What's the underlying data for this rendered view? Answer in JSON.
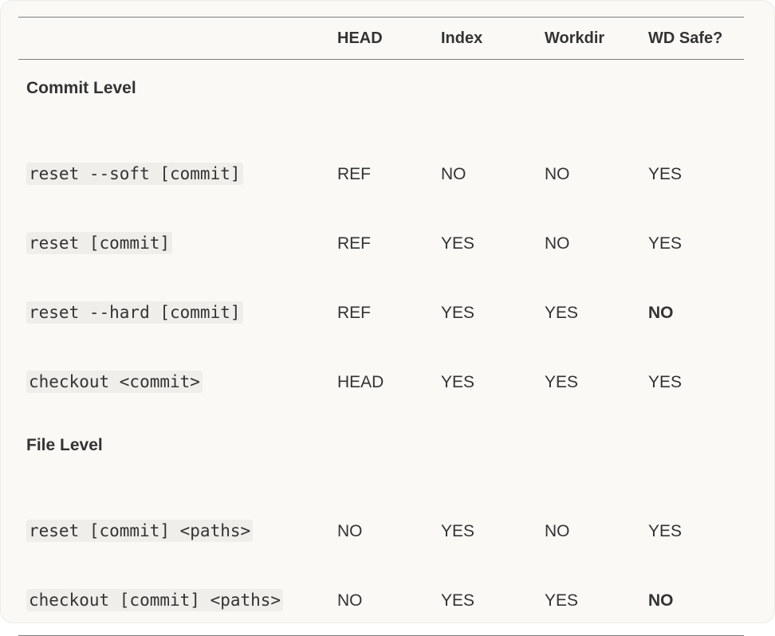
{
  "table": {
    "headers": [
      "",
      "HEAD",
      "Index",
      "Workdir",
      "WD Safe?"
    ],
    "sections": [
      {
        "title": "Commit Level",
        "rows": [
          {
            "command": "reset --soft [commit]",
            "head": "REF",
            "index": "NO",
            "workdir": "NO",
            "wd_safe": "YES",
            "wd_safe_bold": false
          },
          {
            "command": "reset [commit]",
            "head": "REF",
            "index": "YES",
            "workdir": "NO",
            "wd_safe": "YES",
            "wd_safe_bold": false
          },
          {
            "command": "reset --hard [commit]",
            "head": "REF",
            "index": "YES",
            "workdir": "YES",
            "wd_safe": "NO",
            "wd_safe_bold": true
          },
          {
            "command": "checkout <commit>",
            "head": "HEAD",
            "index": "YES",
            "workdir": "YES",
            "wd_safe": "YES",
            "wd_safe_bold": false
          }
        ]
      },
      {
        "title": "File Level",
        "rows": [
          {
            "command": "reset [commit] <paths>",
            "head": "NO",
            "index": "YES",
            "workdir": "NO",
            "wd_safe": "YES",
            "wd_safe_bold": false
          },
          {
            "command": "checkout [commit] <paths>",
            "head": "NO",
            "index": "YES",
            "workdir": "YES",
            "wd_safe": "NO",
            "wd_safe_bold": true
          }
        ]
      }
    ]
  }
}
